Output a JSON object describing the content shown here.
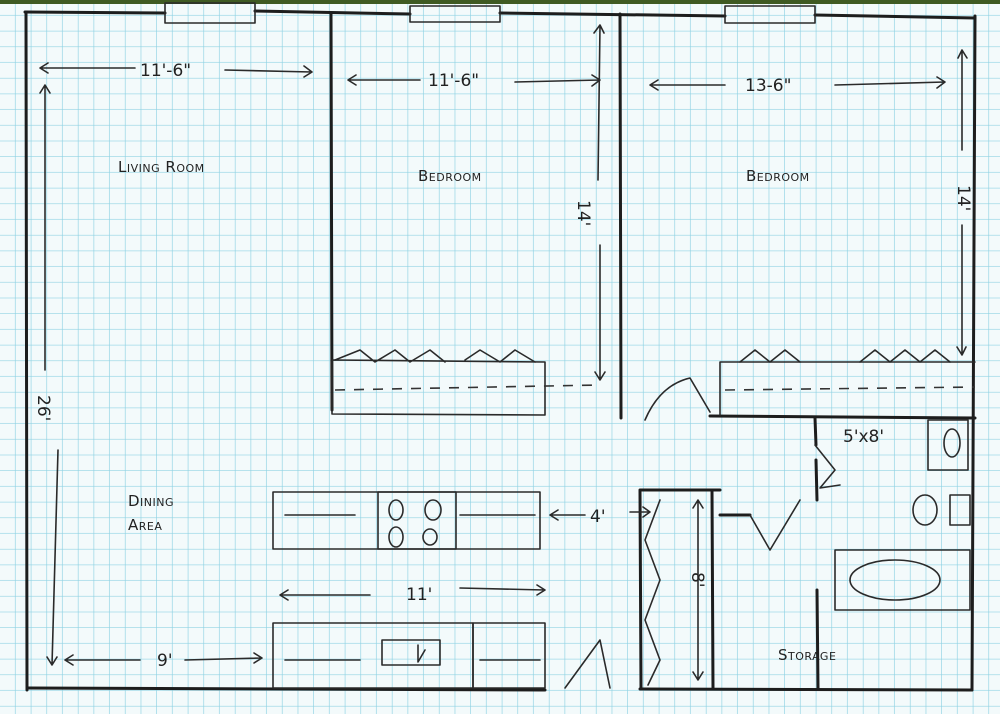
{
  "colors": {
    "paper": "#f3fafb",
    "grid": "#8fd2e3",
    "ink": "#1d1d1d",
    "top_strip": "#3f5a22"
  },
  "rooms": {
    "living_room": "Living Room",
    "bedroom_1": "Bedroom",
    "bedroom_2": "Bedroom",
    "dining_area_line1": "Dining",
    "dining_area_line2": "Area",
    "storage": "Storage"
  },
  "dimensions": {
    "living_width": "11'-6\"",
    "bedroom1_width": "11'-6\"",
    "bedroom2_width": "13-6\"",
    "bedroom1_length": "14'",
    "bedroom2_length": "14'",
    "overall_length": "26'",
    "dining_width": "9'",
    "kitchen_width": "11'",
    "aisle": "4'",
    "bath": "5'x8'",
    "hall_closet": "8'"
  }
}
